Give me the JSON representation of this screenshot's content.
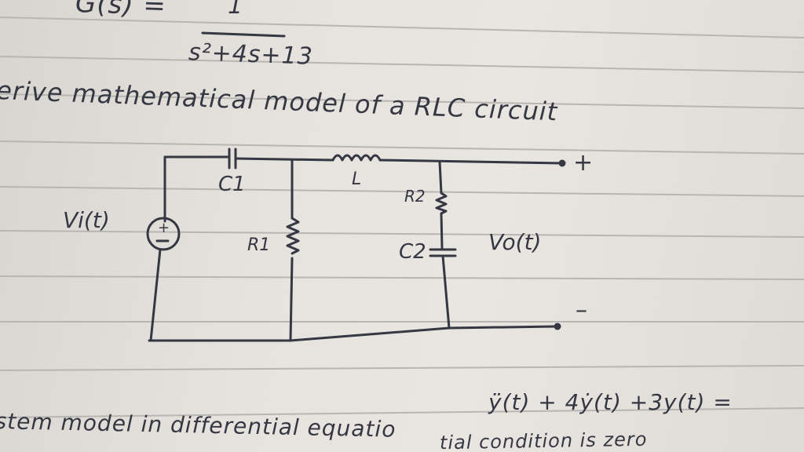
{
  "transfer_function": {
    "lhs": "G(s) =",
    "numerator": "1",
    "denominator": "s²+4s+13"
  },
  "heading": "erive mathematical model of a RLC circuit",
  "circuit": {
    "labels": {
      "source": "Vi(t)",
      "source_sign": "+",
      "capacitor1": "C1",
      "inductor": "L",
      "resistor2": "R2",
      "resistor1": "R1",
      "capacitor2": "C2",
      "output": "Vo(t)",
      "output_plus": "+",
      "output_minus": "–"
    }
  },
  "bottom": {
    "text": "stem model in differential equatio",
    "equation": "ÿ(t) + 4ẏ(t) +3y(t) = ",
    "next_line": "tial condition is zero"
  },
  "colors": {
    "paper": "#e6e3de",
    "ink": "#353843",
    "rule_line": "#b8b6b3"
  }
}
